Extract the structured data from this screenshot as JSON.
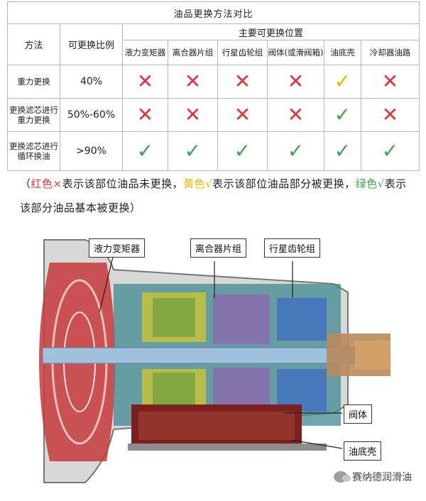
{
  "table": {
    "title": "油品更换方法对比",
    "col_method": "方法",
    "col_ratio": "可更换比例",
    "col_positions": "主要可更换位置",
    "positions": [
      "液力变矩器",
      "离合器片组",
      "行星齿轮组",
      "阀体(或滑阀箱)",
      "油底壳",
      "冷却器油路"
    ],
    "rows": [
      {
        "method": "重力更换",
        "ratio": "40%",
        "marks": [
          "x",
          "x",
          "x",
          "x",
          "partial",
          "x"
        ]
      },
      {
        "method": "更换滤芯进行重力更换",
        "ratio": "50%-60%",
        "marks": [
          "x",
          "x",
          "x",
          "x",
          "check",
          "x"
        ]
      },
      {
        "method": "更换滤芯进行循环换油",
        "ratio": ">90%",
        "marks": [
          "check",
          "check",
          "check",
          "check",
          "check",
          "check"
        ]
      }
    ],
    "symbols": {
      "x": "✕",
      "check": "✓",
      "partial": "✓"
    },
    "colors": {
      "red": "#e2343a",
      "green": "#3aa44f",
      "yellow": "#e5b800"
    }
  },
  "legend": {
    "open": "（",
    "red_label": "红色×",
    "red_text": "表示该部位油品未更换，",
    "yellow_label": "黄色√",
    "yellow_text": "表示该部位油品部分被更换，",
    "green_label": "绿色√",
    "green_text": "表示该部分油品基本被更换）"
  },
  "diagram": {
    "labels": {
      "torque_converter": "液力变矩器",
      "clutch": "离合器片组",
      "planetary": "行星齿轮组",
      "valve_body": "阀体",
      "oil_pan": "油底壳"
    }
  },
  "watermark": "赛纳德润滑油"
}
